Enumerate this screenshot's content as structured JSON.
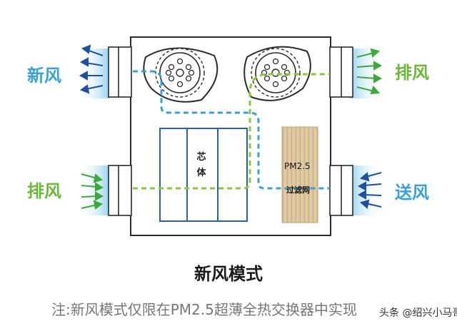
{
  "labels": {
    "top_left": "新风",
    "bottom_left": "排风",
    "top_right": "排风",
    "bottom_right": "送风"
  },
  "core": {
    "text": "芯\n体"
  },
  "filter": {
    "pm": "PM2.5",
    "name": "过滤网"
  },
  "title": "新风模式",
  "note": "注:新风模式仅限在PM2.5超薄全热交换器中实现",
  "watermark": "头条 @绍兴小马哥",
  "colors": {
    "fresh_air": "#3aa0d8",
    "exhaust_air": "#8cc63f",
    "outline": "#2b2b2b",
    "core_blue": "#2f5fa8",
    "filter_tan": "#d8c19a"
  }
}
